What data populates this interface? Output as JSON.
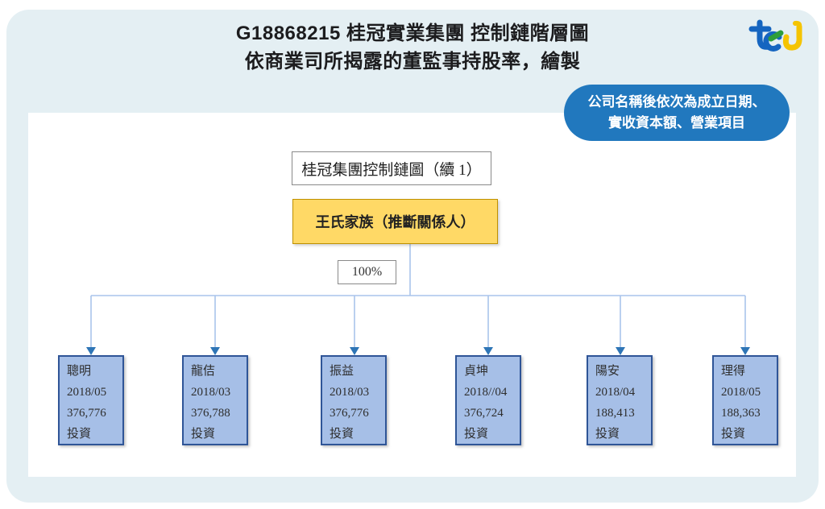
{
  "header": {
    "title_line1": "G18868215 桂冠實業集團 控制鏈階層圖",
    "title_line2": "依商業司所揭露的董監事持股率，繪製",
    "logo_text": "tej"
  },
  "note_badge": {
    "line1": "公司名稱後依次為成立日期、",
    "line2": "實收資本額、營業項目"
  },
  "diagram": {
    "chart_title": "桂冠集團控制鏈圖（續 1）",
    "root_label": "王氏家族（推斷關係人）",
    "ownership_label": "100%",
    "companies": [
      {
        "name": "聰明",
        "date": "2018/05",
        "capital": "376,776",
        "business": "投資"
      },
      {
        "name": "龍佶",
        "date": "2018/03",
        "capital": "376,788",
        "business": "投資"
      },
      {
        "name": "振益",
        "date": "2018/03",
        "capital": "376,776",
        "business": "投資"
      },
      {
        "name": "貞坤",
        "date": "2018//04",
        "capital": "376,724",
        "business": "投資"
      },
      {
        "name": "陽安",
        "date": "2018/04",
        "capital": "188,413",
        "business": "投資"
      },
      {
        "name": "理得",
        "date": "2018/05",
        "capital": "188,363",
        "business": "投資"
      }
    ]
  },
  "colors": {
    "panel_bg": "#e4eff3",
    "badge_bg": "#2178be",
    "root_box_fill": "#ffd966",
    "root_box_border": "#bf9000",
    "company_box_fill": "#a6bfe7",
    "company_box_border": "#2f5597",
    "connector_line": "#a9c4eb",
    "arrowhead": "#2e75b6",
    "logo_blue": "#1565c0",
    "logo_green": "#2e9e3a",
    "logo_yellow": "#f5c400"
  }
}
